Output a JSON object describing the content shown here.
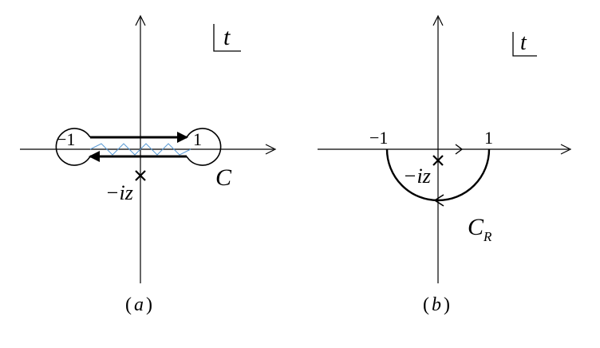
{
  "panel_a": {
    "var_label": "t",
    "tick_neg": "−1",
    "tick_pos": "1",
    "point_label": "−iz",
    "contour_label": "C",
    "caption_open": "(",
    "caption_letter": "a",
    "caption_close": ")"
  },
  "panel_b": {
    "var_label": "t",
    "tick_neg": "−1",
    "tick_pos": "1",
    "point_label": "−iz",
    "contour_label": "C",
    "contour_sub": "R",
    "caption_open": "(",
    "caption_letter": "b",
    "caption_close": ")"
  },
  "colors": {
    "ink": "#000000",
    "branch_cut": "#5b9bd5"
  }
}
